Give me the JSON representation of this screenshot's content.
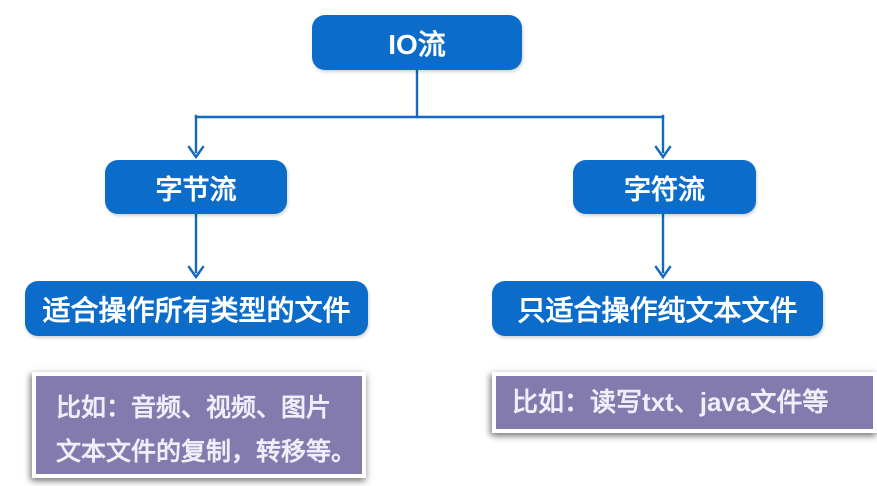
{
  "diagram": {
    "title_node": "IO流",
    "colors": {
      "node_fill": "#0b6cc9",
      "node_text": "#ffffff",
      "connector": "#1469be",
      "note_fill": "#837aad",
      "note_border": "#ffffff",
      "note_text": "#f2edfa",
      "page_bg": "#ffffff"
    },
    "root": {
      "label": "IO流"
    },
    "branches": [
      {
        "label": "字节流",
        "description": "适合操作所有类型的文件",
        "example_lines": [
          "比如：音频、视频、图片",
          "文本文件的复制，转移等。"
        ]
      },
      {
        "label": "字符流",
        "description": "只适合操作纯文本文件",
        "example_lines": [
          "比如：读写txt、java文件等"
        ]
      }
    ]
  }
}
